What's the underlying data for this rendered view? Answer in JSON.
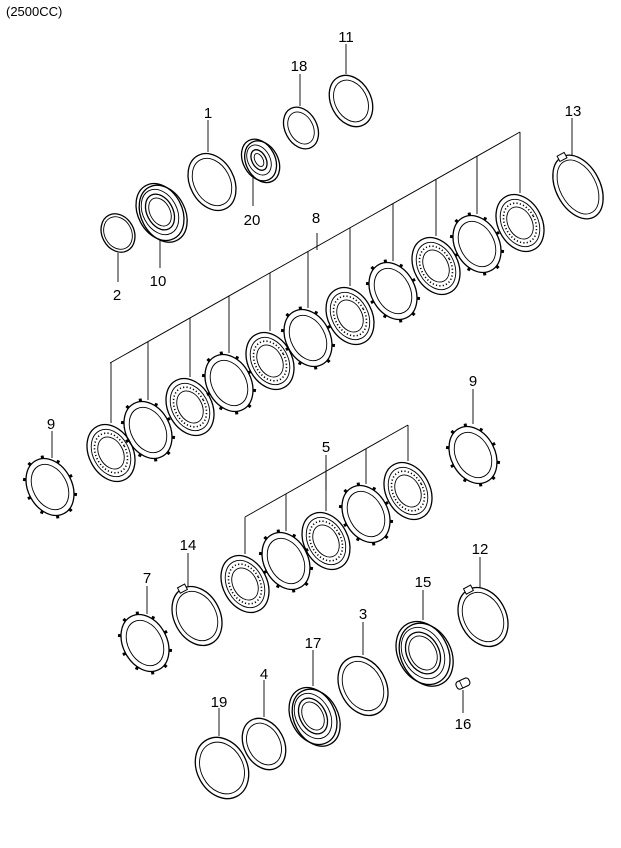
{
  "header": {
    "title": "(2500CC)"
  },
  "callouts": [
    {
      "id": "c1",
      "label": "1"
    },
    {
      "id": "c2",
      "label": "2"
    },
    {
      "id": "c3",
      "label": "3"
    },
    {
      "id": "c4",
      "label": "4"
    },
    {
      "id": "c5",
      "label": "5"
    },
    {
      "id": "c7",
      "label": "7"
    },
    {
      "id": "c8",
      "label": "8"
    },
    {
      "id": "c9a",
      "label": "9"
    },
    {
      "id": "c9b",
      "label": "9"
    },
    {
      "id": "c10",
      "label": "10"
    },
    {
      "id": "c11",
      "label": "11"
    },
    {
      "id": "c12",
      "label": "12"
    },
    {
      "id": "c13",
      "label": "13"
    },
    {
      "id": "c14",
      "label": "14"
    },
    {
      "id": "c15",
      "label": "15"
    },
    {
      "id": "c16",
      "label": "16"
    },
    {
      "id": "c17",
      "label": "17"
    },
    {
      "id": "c18",
      "label": "18"
    },
    {
      "id": "c19",
      "label": "19"
    },
    {
      "id": "c20",
      "label": "20"
    }
  ]
}
